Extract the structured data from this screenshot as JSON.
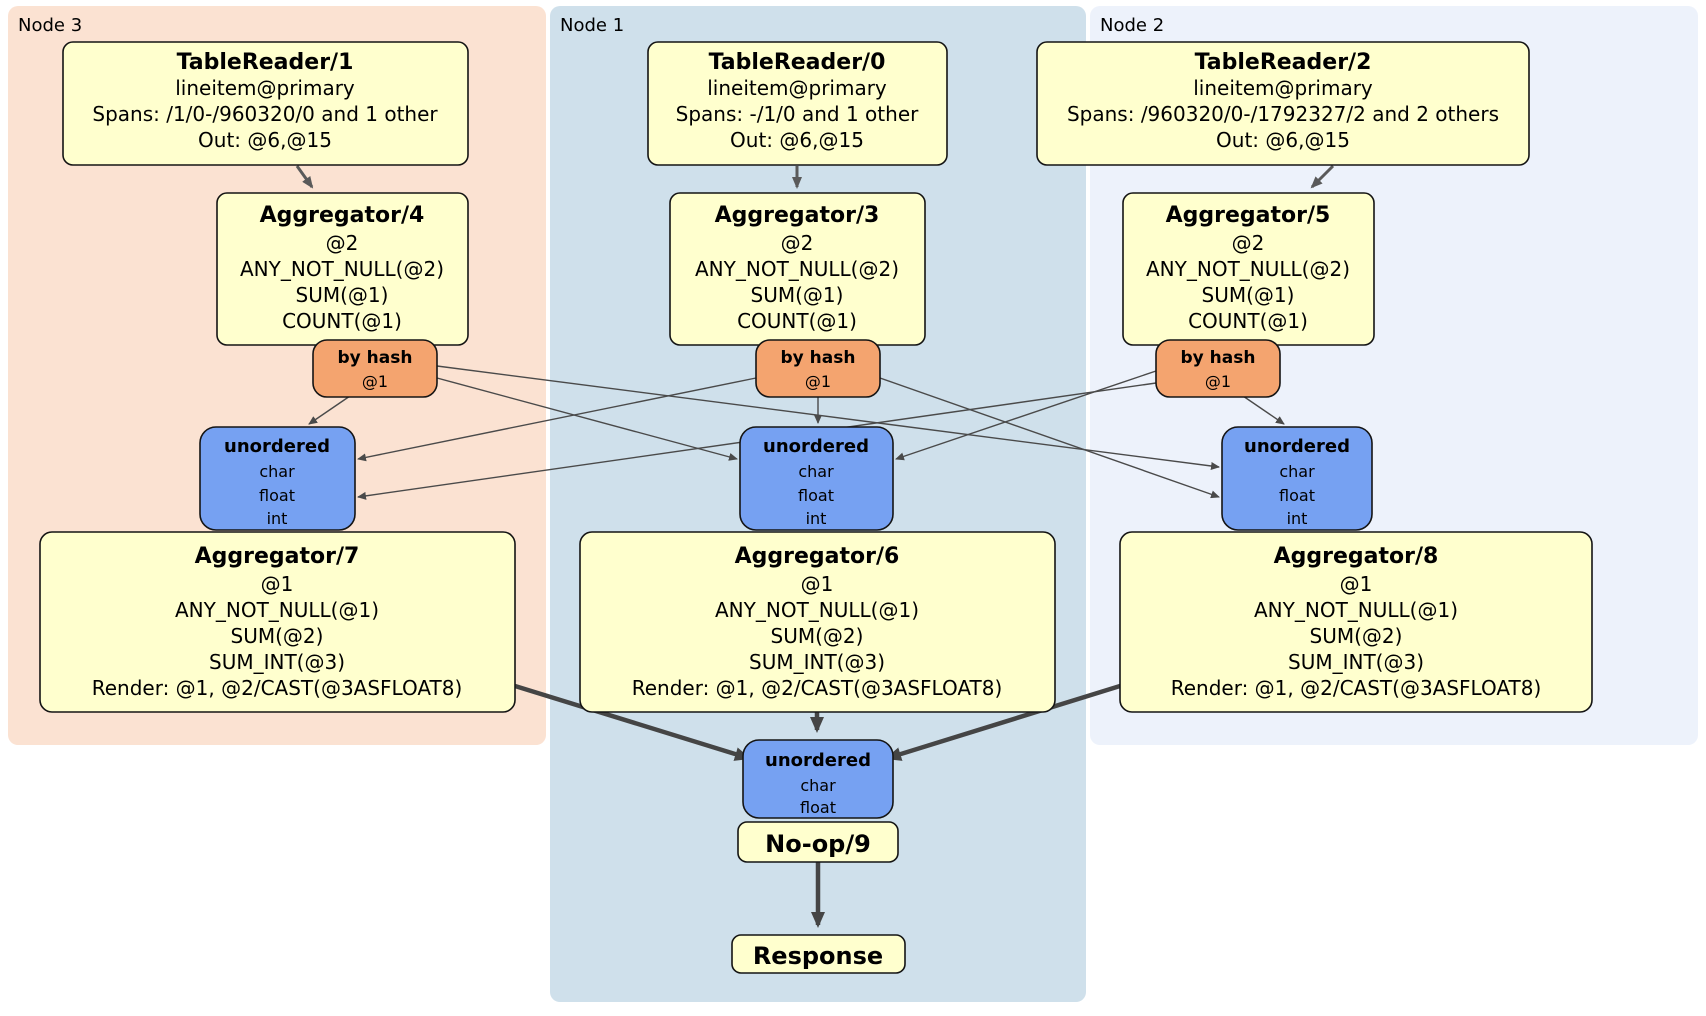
{
  "regions": {
    "node3": {
      "label": "Node 3"
    },
    "node1": {
      "label": "Node 1"
    },
    "node2": {
      "label": "Node 2"
    }
  },
  "boxes": {
    "tr1": {
      "title": "TableReader/1",
      "lines": [
        "lineitem@primary",
        "Spans: /1/0-/960320/0 and 1 other",
        "Out: @6,@15"
      ]
    },
    "tr0": {
      "title": "TableReader/0",
      "lines": [
        "lineitem@primary",
        "Spans: -/1/0 and 1 other",
        "Out: @6,@15"
      ]
    },
    "tr2": {
      "title": "TableReader/2",
      "lines": [
        "lineitem@primary",
        "Spans: /960320/0-/1792327/2 and 2 others",
        "Out: @6,@15"
      ]
    },
    "agg4": {
      "title": "Aggregator/4",
      "lines": [
        "@2",
        "ANY_NOT_NULL(@2)",
        "SUM(@1)",
        "COUNT(@1)"
      ]
    },
    "agg3": {
      "title": "Aggregator/3",
      "lines": [
        "@2",
        "ANY_NOT_NULL(@2)",
        "SUM(@1)",
        "COUNT(@1)"
      ]
    },
    "agg5": {
      "title": "Aggregator/5",
      "lines": [
        "@2",
        "ANY_NOT_NULL(@2)",
        "SUM(@1)",
        "COUNT(@1)"
      ]
    },
    "hash3": {
      "title": "by hash",
      "lines": [
        "@1"
      ]
    },
    "hash1": {
      "title": "by hash",
      "lines": [
        "@1"
      ]
    },
    "hash2": {
      "title": "by hash",
      "lines": [
        "@1"
      ]
    },
    "un3": {
      "title": "unordered",
      "lines": [
        "char",
        "float",
        "int"
      ]
    },
    "un1": {
      "title": "unordered",
      "lines": [
        "char",
        "float",
        "int"
      ]
    },
    "un2": {
      "title": "unordered",
      "lines": [
        "char",
        "float",
        "int"
      ]
    },
    "agg7": {
      "title": "Aggregator/7",
      "lines": [
        "@1",
        "ANY_NOT_NULL(@1)",
        "SUM(@2)",
        "SUM_INT(@3)",
        "Render: @1, @2/CAST(@3ASFLOAT8)"
      ]
    },
    "agg6": {
      "title": "Aggregator/6",
      "lines": [
        "@1",
        "ANY_NOT_NULL(@1)",
        "SUM(@2)",
        "SUM_INT(@3)",
        "Render: @1, @2/CAST(@3ASFLOAT8)"
      ]
    },
    "agg8": {
      "title": "Aggregator/8",
      "lines": [
        "@1",
        "ANY_NOT_NULL(@1)",
        "SUM(@2)",
        "SUM_INT(@3)",
        "Render: @1, @2/CAST(@3ASFLOAT8)"
      ]
    },
    "un_final": {
      "title": "unordered",
      "lines": [
        "char",
        "float"
      ]
    },
    "noop": {
      "title": "No-op/9"
    },
    "response": {
      "title": "Response"
    }
  },
  "colors": {
    "node3_bg": "#fbe2d2",
    "node1_bg": "#cfe0eb",
    "node2_bg": "#edf2fb",
    "processor_box": "#ffffce",
    "router_box": "#f4a46f",
    "sync_box": "#76a1f2",
    "edge": "#4a4a4a"
  }
}
